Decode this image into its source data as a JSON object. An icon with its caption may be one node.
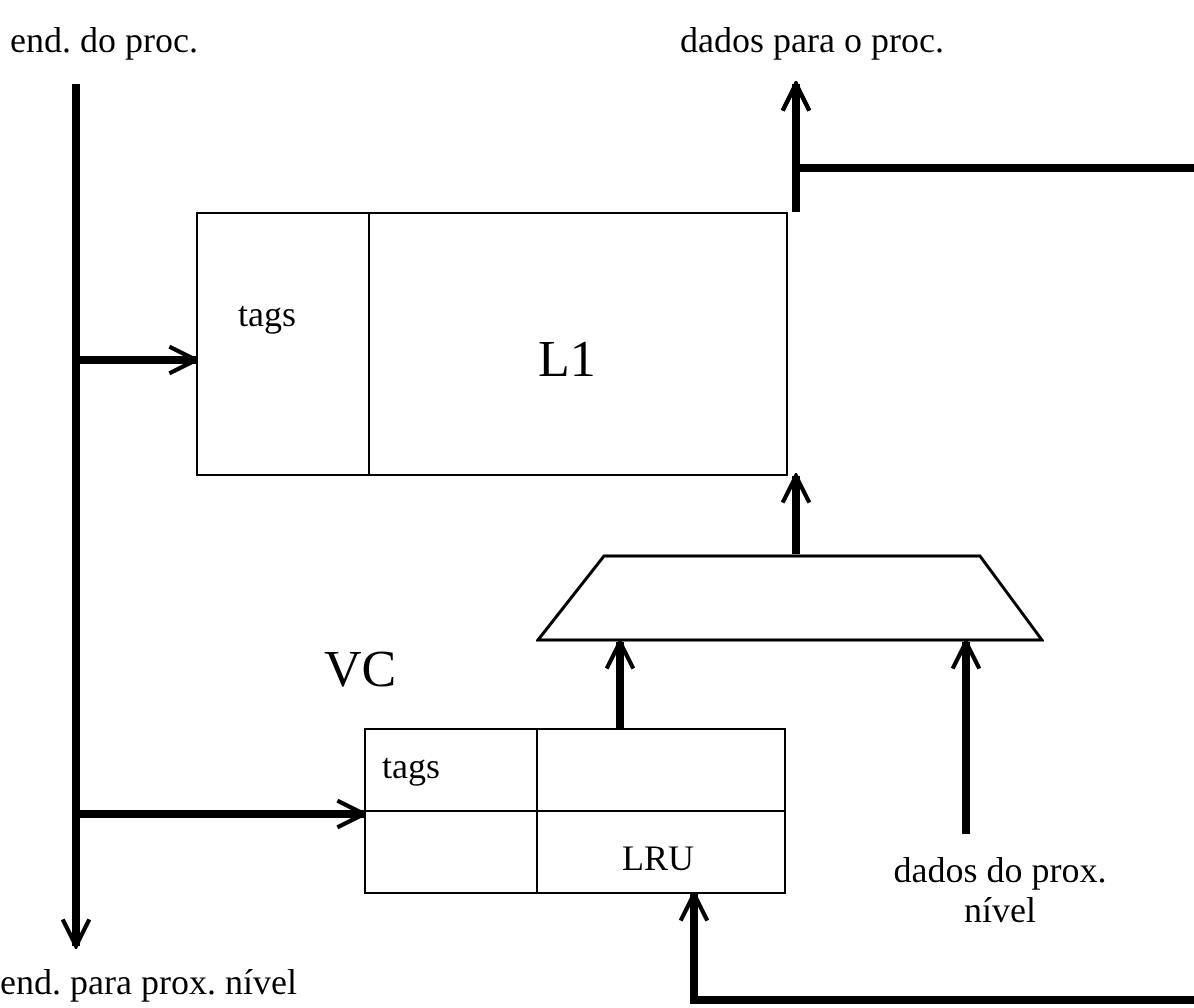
{
  "diagram": {
    "nodes": [
      {
        "text": [
          "end. do proc."
        ]
      },
      {
        "text": [
          "tags",
          "L1"
        ]
      },
      {
        "text": [
          "dados para o proc."
        ]
      },
      {
        "text": [],
        "shape": "trapezoid"
      },
      {
        "text": [
          "tags",
          "LRU"
        ],
        "beside": [
          "VC"
        ]
      },
      {
        "text": [
          "dados do prox. nível"
        ]
      },
      {
        "text": [
          "end. para prox. nível"
        ]
      }
    ],
    "edges": [
      {
        "from": 0,
        "to": 6,
        "arrow": "to"
      },
      {
        "from": 0,
        "to": 1,
        "arrow": "to"
      },
      {
        "from": 0,
        "to": 4,
        "arrow": "to"
      },
      {
        "from": 1,
        "to": 2,
        "arrow": "to"
      },
      {
        "from": null,
        "to": 2,
        "arrow": "to"
      },
      {
        "from": 3,
        "to": 1,
        "arrow": "to"
      },
      {
        "from": 4,
        "to": 3,
        "arrow": "to"
      },
      {
        "from": 5,
        "to": 3,
        "arrow": "to"
      },
      {
        "from": null,
        "to": 4,
        "arrow": "to"
      }
    ]
  }
}
